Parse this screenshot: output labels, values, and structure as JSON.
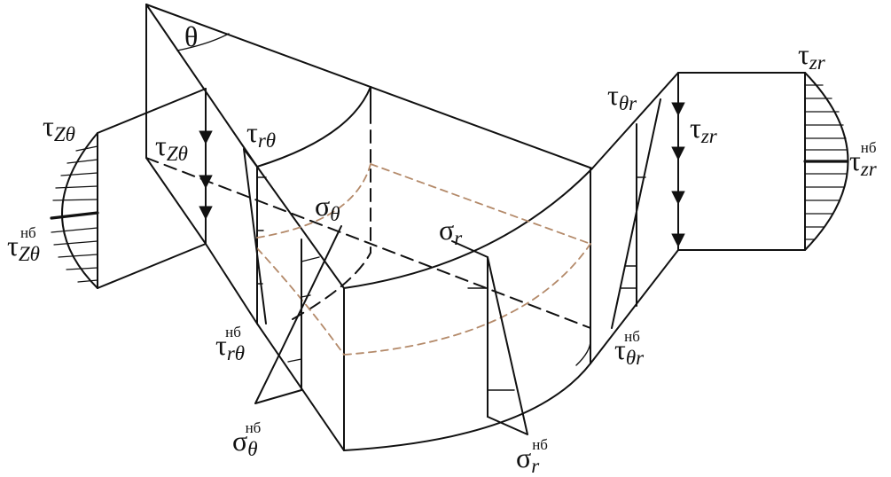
{
  "colors": {
    "ink": "#111111",
    "accent": "#b48a6a",
    "background": "#ffffff"
  },
  "labels": {
    "theta_angle": {
      "main": "θ"
    },
    "tau_z_theta_left": {
      "main": "τ",
      "sub": "Zθ"
    },
    "tau_z_theta_left_max": {
      "main": "τ",
      "sub": "Zθ",
      "sup": "нб"
    },
    "tau_z_theta_inner": {
      "main": "τ",
      "sub": "Zθ"
    },
    "tau_r_theta": {
      "main": "τ",
      "sub": "rθ"
    },
    "tau_r_theta_max": {
      "main": "τ",
      "sub": "rθ",
      "sup": "нб"
    },
    "sigma_theta": {
      "main": "σ",
      "sub": "θ"
    },
    "sigma_theta_max": {
      "main": "σ",
      "sub": "θ",
      "sup": "нб"
    },
    "sigma_r": {
      "main": "σ",
      "sub": "r"
    },
    "sigma_r_max": {
      "main": "σ",
      "sub": "r",
      "sup": "нб"
    },
    "tau_theta_r": {
      "main": "τ",
      "sub": "θr"
    },
    "tau_theta_r_max": {
      "main": "τ",
      "sub": "θr",
      "sup": "нб"
    },
    "tau_zr_top": {
      "main": "τ",
      "sub": "zr"
    },
    "tau_zr_inner": {
      "main": "τ",
      "sub": "zr"
    },
    "tau_zr_max": {
      "main": "τ",
      "sub": "zr",
      "sup": "нб"
    }
  }
}
